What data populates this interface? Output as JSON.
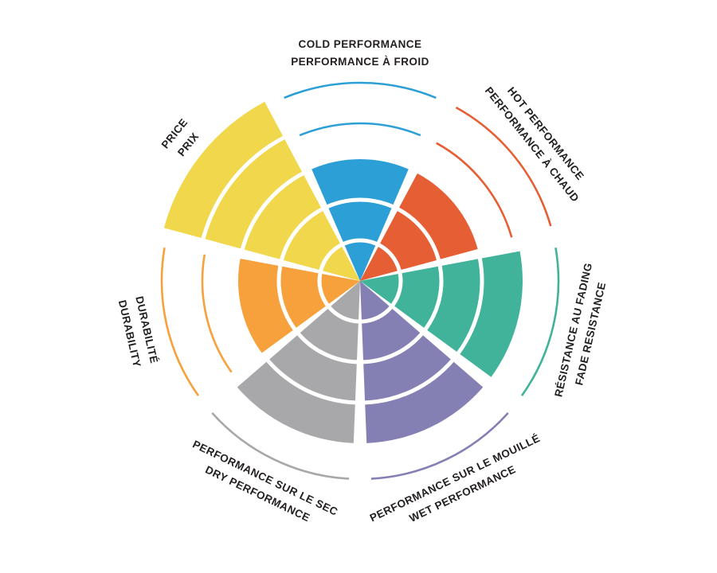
{
  "page": {
    "background": "#ffffff",
    "label_color": "#231f20"
  },
  "chart_data": {
    "type": "pie",
    "variant": "segmented-radial-rating-wheel",
    "title": "",
    "max_rating": 5,
    "direction": "clockwise",
    "first_sector_at_top": true,
    "unfilled_levels_rendered_as": "thin concentric arcs in sector color",
    "sectors": [
      {
        "id": "cold-performance",
        "lines": [
          "COLD PERFORMANCE",
          "PERFORMANCE À FROID"
        ],
        "value": 3,
        "color": "#2d9fd7"
      },
      {
        "id": "hot-performance",
        "lines": [
          "HOT PERFORMANCE",
          "PERFORMANCE À CHAUD"
        ],
        "value": 3,
        "color": "#e65e34"
      },
      {
        "id": "fade-resistance",
        "lines": [
          "RÉSISTANCE AU FADING",
          "FADE RESISTANCE"
        ],
        "value": 4,
        "color": "#41b39b"
      },
      {
        "id": "wet-performance",
        "lines": [
          "PERFORMANCE SUR LE MOUILLÉ",
          "WET PERFORMANCE"
        ],
        "value": 4,
        "color": "#8580b4"
      },
      {
        "id": "dry-performance",
        "lines": [
          "PERFORMANCE SUR LE SEC",
          "DRY PERFORMANCE"
        ],
        "value": 4,
        "color": "#a8a7aa"
      },
      {
        "id": "durability",
        "lines": [
          "DURABILITÉ",
          "DURABILITY"
        ],
        "value": 3,
        "color": "#f7a13d"
      },
      {
        "id": "price",
        "lines": [
          "PRICE",
          "PRIX"
        ],
        "value": 5,
        "color": "#f0d74b"
      }
    ],
    "layout_hints": {
      "legend": "none",
      "grid": "white ring gaps inside filled sectors",
      "background": "#ffffff",
      "label_position": "tangent labels around outside of wheel"
    }
  }
}
